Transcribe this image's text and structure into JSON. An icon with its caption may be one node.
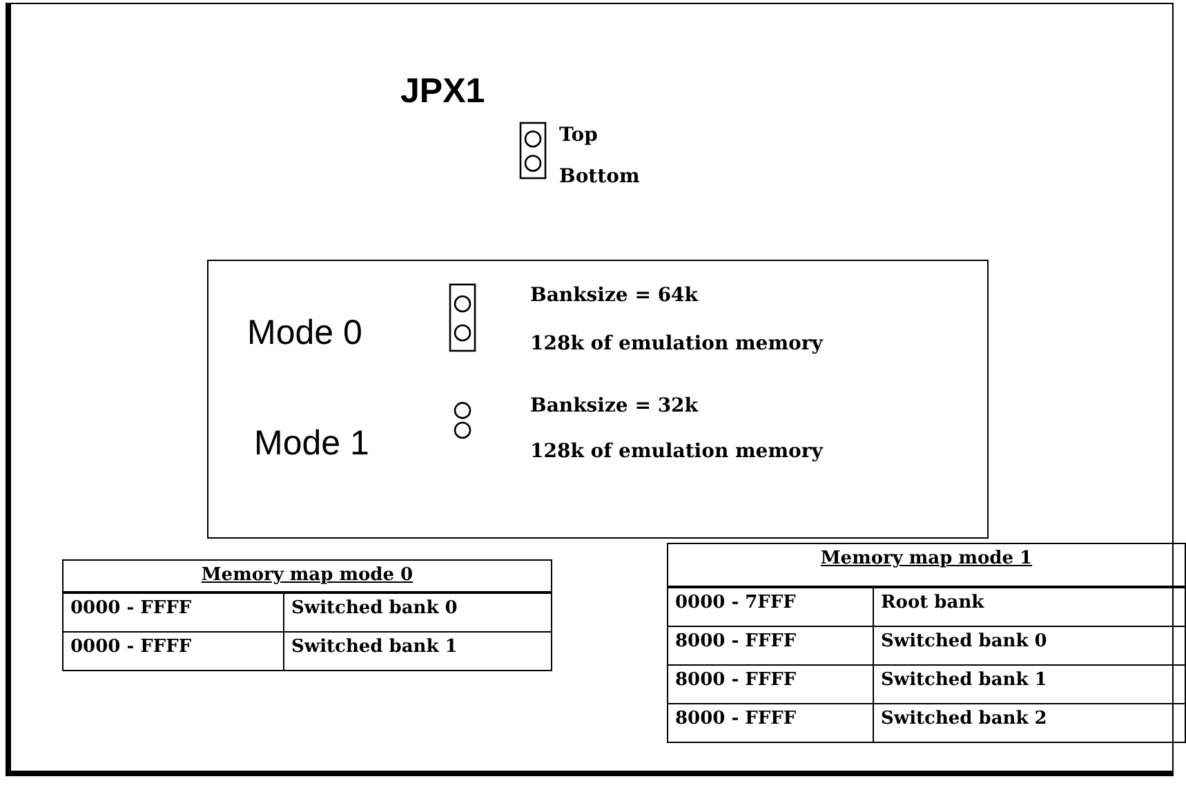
{
  "diagram": {
    "nodes": [
      {
        "text": [
          "Mode 0",
          "Banksize = 64k",
          "128k of emulation memory",
          "Mode 1",
          "Banksize = 32k",
          "128k of emulation memory"
        ]
      }
    ],
    "labels": [
      "JPX1",
      "Top",
      "Bottom",
      "Memory map mode 0",
      "0000 - FFFF",
      "Switched bank 0",
      "0000 - FFFF",
      "Switched bank 1",
      "Memory map mode 1",
      "0000 - 7FFF",
      "Root bank",
      "8000 - FFFF",
      "Switched bank 0",
      "8000 - FFFF",
      "Switched bank 1",
      "8000 - FFFF",
      "Switched bank 2"
    ]
  }
}
